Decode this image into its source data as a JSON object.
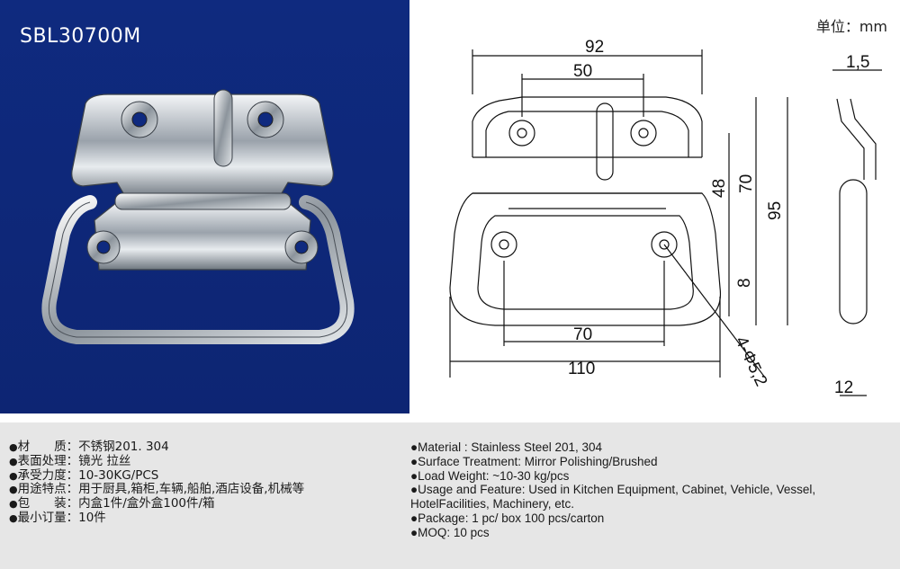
{
  "photo": {
    "model": "SBL30700M"
  },
  "drawing": {
    "unit": "单位：mm",
    "dimensions": {
      "top_width": "92",
      "hole_spacing_top": "50",
      "thickness": "1,5",
      "height_48": "48",
      "height_70": "70",
      "height_95": "95",
      "height_8": "8",
      "bottom_hole_spacing": "70",
      "total_width": "110",
      "hole_dia": "4-Φ5,2",
      "side_width": "12"
    }
  },
  "specs_cn": [
    {
      "label": "材　　质：",
      "value": "不锈钢201. 304"
    },
    {
      "label": "表面处理：",
      "value": "镜光 拉丝"
    },
    {
      "label": "承受力度：",
      "value": "10-30KG/PCS"
    },
    {
      "label": "用途特点：",
      "value": "用于厨具,箱柜,车辆,船舶,酒店设备,机械等"
    },
    {
      "label": "包　　装：",
      "value": "内盒1件/盒外盒100件/箱"
    },
    {
      "label": "最小订量：",
      "value": "10件"
    }
  ],
  "specs_en": [
    "●Material : Stainless Steel 201, 304",
    "●Surface Treatment: Mirror Polishing/Brushed",
    "●Load Weight: ~10-30 kg/pcs",
    "●Usage and Feature: Used in Kitchen Equipment, Cabinet, Vehicle, Vessel,",
    "HotelFacilities, Machinery, etc.",
    "●Package: 1 pc/ box  100 pcs/carton",
    "●MOQ: 10 pcs"
  ]
}
